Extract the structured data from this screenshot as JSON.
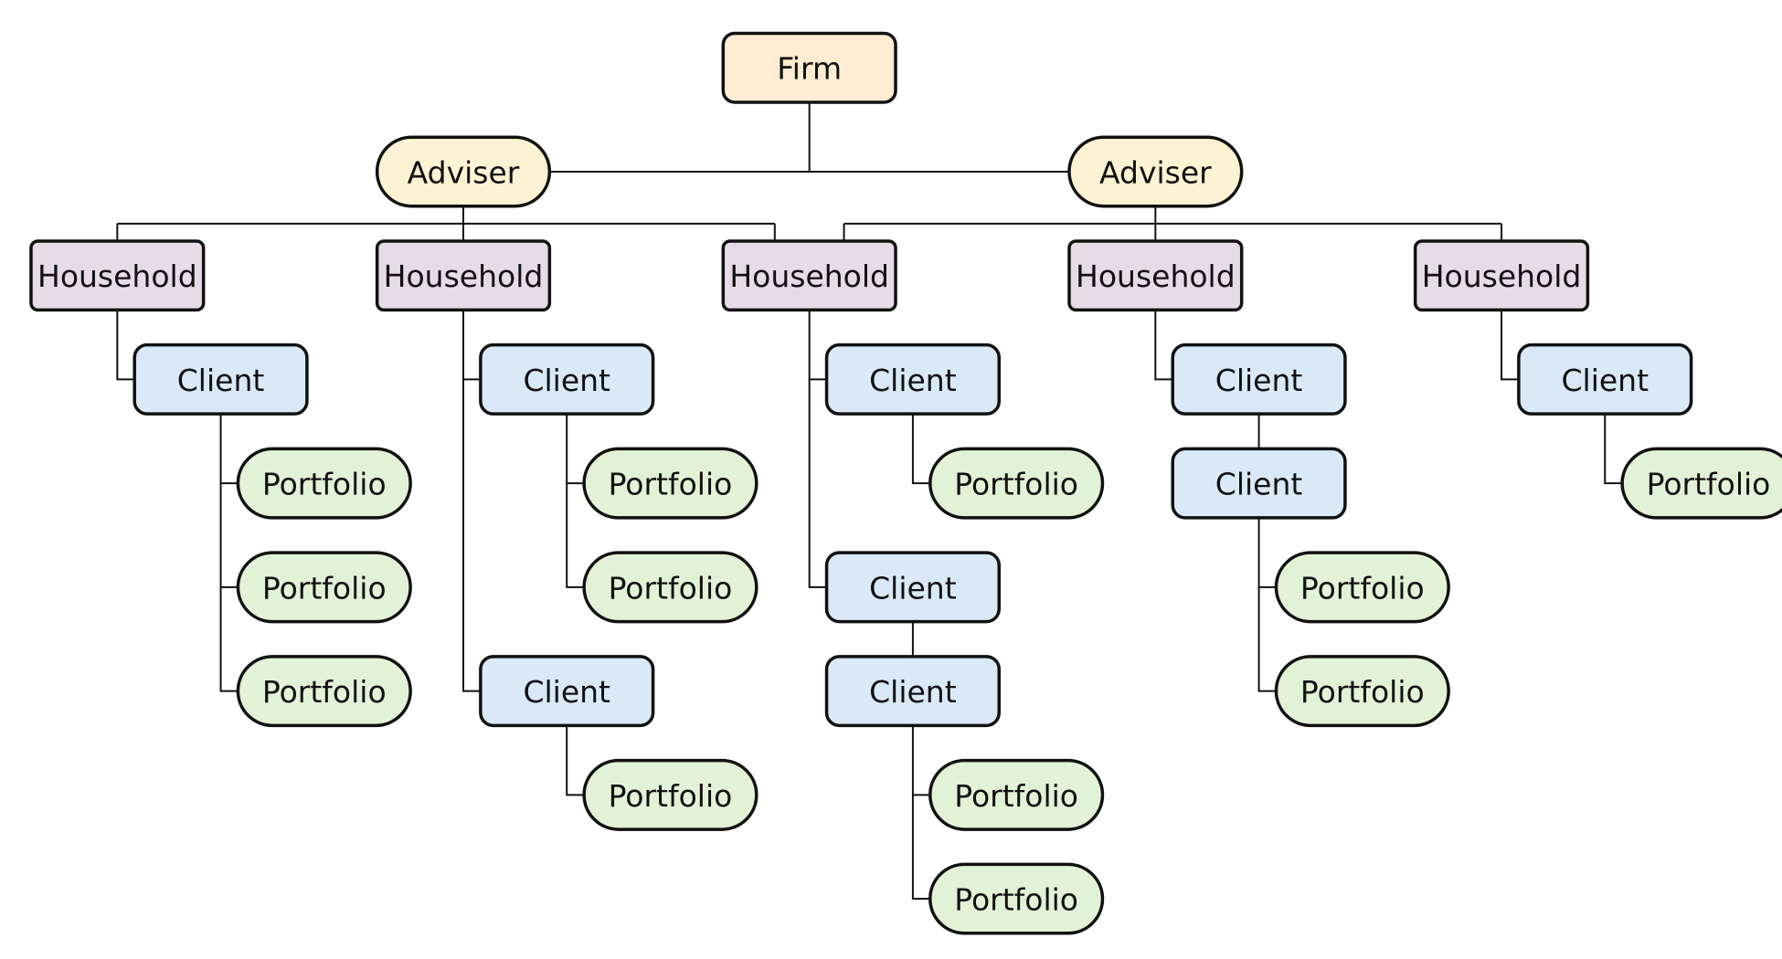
{
  "diagram": {
    "labels": {
      "firm": "Firm",
      "adviser": "Adviser",
      "household": "Household",
      "client": "Client",
      "portfolio": "Portfolio"
    },
    "colors": {
      "firm": "#fdebd2",
      "adviser": "#fdf3d4",
      "household": "#e8dbe8",
      "client": "#d9e9f7",
      "portfolio": "#e1f2d7",
      "outline": "#111111",
      "line": "#111111"
    },
    "tree": {
      "type": "firm",
      "children": [
        {
          "type": "adviser",
          "children": [
            {
              "type": "household",
              "children": [
                {
                  "type": "client",
                  "children": [
                    {
                      "type": "portfolio"
                    },
                    {
                      "type": "portfolio"
                    },
                    {
                      "type": "portfolio"
                    }
                  ]
                }
              ]
            },
            {
              "type": "household",
              "children": [
                {
                  "type": "client",
                  "children": [
                    {
                      "type": "portfolio"
                    },
                    {
                      "type": "portfolio"
                    }
                  ]
                },
                {
                  "type": "client",
                  "children": [
                    {
                      "type": "portfolio"
                    }
                  ]
                }
              ]
            },
            {
              "type": "household",
              "shared": true,
              "children": [
                {
                  "type": "client",
                  "children": [
                    {
                      "type": "portfolio"
                    }
                  ]
                },
                {
                  "type": "client",
                  "linked_to_next": true,
                  "children": []
                },
                {
                  "type": "client",
                  "children": [
                    {
                      "type": "portfolio"
                    },
                    {
                      "type": "portfolio"
                    }
                  ]
                }
              ]
            }
          ]
        },
        {
          "type": "adviser",
          "children": [
            {
              "type": "household",
              "ref": "shared"
            },
            {
              "type": "household",
              "children": [
                {
                  "type": "client",
                  "linked_to_next": true,
                  "children": []
                },
                {
                  "type": "client",
                  "children": [
                    {
                      "type": "portfolio"
                    },
                    {
                      "type": "portfolio"
                    }
                  ]
                }
              ]
            },
            {
              "type": "household",
              "children": [
                {
                  "type": "client",
                  "children": [
                    {
                      "type": "portfolio"
                    }
                  ]
                }
              ]
            }
          ]
        }
      ]
    }
  }
}
